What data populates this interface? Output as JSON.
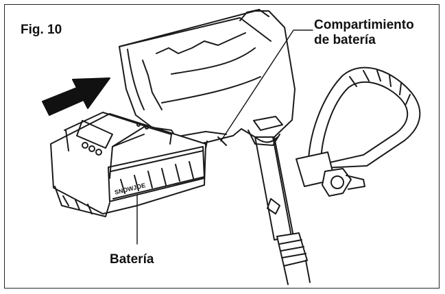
{
  "figure": {
    "label": "Fig. 10",
    "callout_compartment": [
      "Compartimiento",
      "de batería"
    ],
    "callout_battery": "Batería",
    "battery_brand": "SNOWJOE"
  },
  "colors": {
    "ink": "#1a1a1a",
    "background": "#ffffff"
  }
}
